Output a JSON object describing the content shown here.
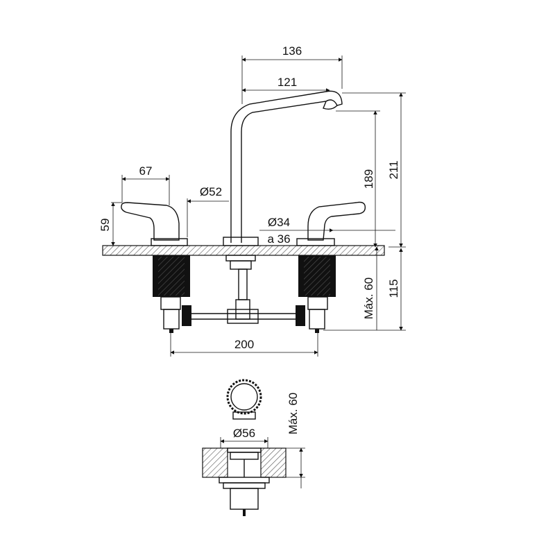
{
  "colors": {
    "line": "#111111",
    "hatch": "#555555",
    "background": "#ffffff"
  },
  "dimensions": {
    "spout_reach_outer": "136",
    "spout_reach_inner": "121",
    "handle_width": "67",
    "escutcheon_diameter": "Ø52",
    "handle_height": "59",
    "spout_total_height": "211",
    "spout_outlet_height": "189",
    "hole_diameter": "Ø34",
    "hole_range": "a 36",
    "deck_max": "Máx. 60",
    "under_deck_height": "115",
    "center_spacing": "200",
    "drain_max": "Máx. 60",
    "drain_diameter": "Ø56"
  }
}
